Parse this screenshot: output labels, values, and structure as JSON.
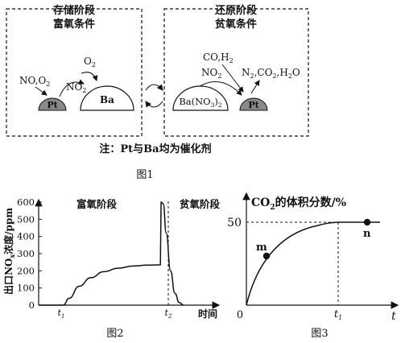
{
  "figure1": {
    "stage_left_title": "存储阶段",
    "stage_left_cond": "富氧条件",
    "stage_right_title": "还原阶段",
    "stage_right_cond": "贫氧条件",
    "left_in_label": "NO,O",
    "left_in_sub": "2",
    "pt_label": "Pt",
    "no2_label": "NO",
    "no2_sub": "2",
    "o2_label": "O",
    "o2_sub": "2",
    "ba_label": "Ba",
    "ba_no3_prefix": "Ba(NO",
    "ba_no3_sub3": "3",
    "ba_no3_close": ")",
    "ba_no3_sub2": "2",
    "co_h2_prefix": "CO,H",
    "co_h2_sub": "2",
    "no2_right_label": "NO",
    "no2_right_sub": "2",
    "products_n": "N",
    "products_n_sub": "2",
    "products_co": ",CO",
    "products_co_sub": "2",
    "products_h2o": ",H",
    "products_h2o_sub": "2",
    "products_o": "O",
    "pt_right_label": "Pt",
    "note": "注：Pt与Ba均为催化剂",
    "caption": "图1"
  },
  "figure2": {
    "y_label_prefix": "出口NO",
    "y_label_sub": "x",
    "y_label_suffix": "浓度/ppm",
    "region1_label": "富氧阶段",
    "region2_label": "贫氧阶段",
    "t1_label": "t",
    "t1_sub": "1",
    "t2_label": "t",
    "t2_sub": "2",
    "x_end_label": "时间",
    "caption": "图2"
  },
  "figure3": {
    "title_prefix": "CO",
    "title_sub": "2",
    "title_suffix": "的体积分数/%",
    "y_level_label": "50",
    "m_label": "m",
    "n_label": "n",
    "t1_label": "t",
    "t1_sub": "1",
    "x_axis_label": "t",
    "origin_label": "0",
    "caption": "图3"
  },
  "chart_data": {
    "type": "line",
    "xlabel": "时间",
    "ylabel": "出口NOx浓度/ppm",
    "ylim": [
      0,
      600
    ],
    "y_ticks": [
      0,
      100,
      200,
      300,
      400,
      500,
      600
    ],
    "x_tick_labels": [
      "t1",
      "t2"
    ],
    "series": [
      {
        "x": [
          0,
          0.17,
          0.21,
          0.28,
          0.36,
          0.45,
          0.55,
          0.65,
          0.75,
          0.84,
          0.845,
          0.86,
          0.88,
          0.91,
          0.94,
          0.97,
          1.0
        ],
        "values": [
          0,
          0,
          40,
          110,
          160,
          195,
          215,
          228,
          233,
          235,
          600,
          590,
          420,
          200,
          70,
          15,
          0
        ]
      }
    ]
  }
}
